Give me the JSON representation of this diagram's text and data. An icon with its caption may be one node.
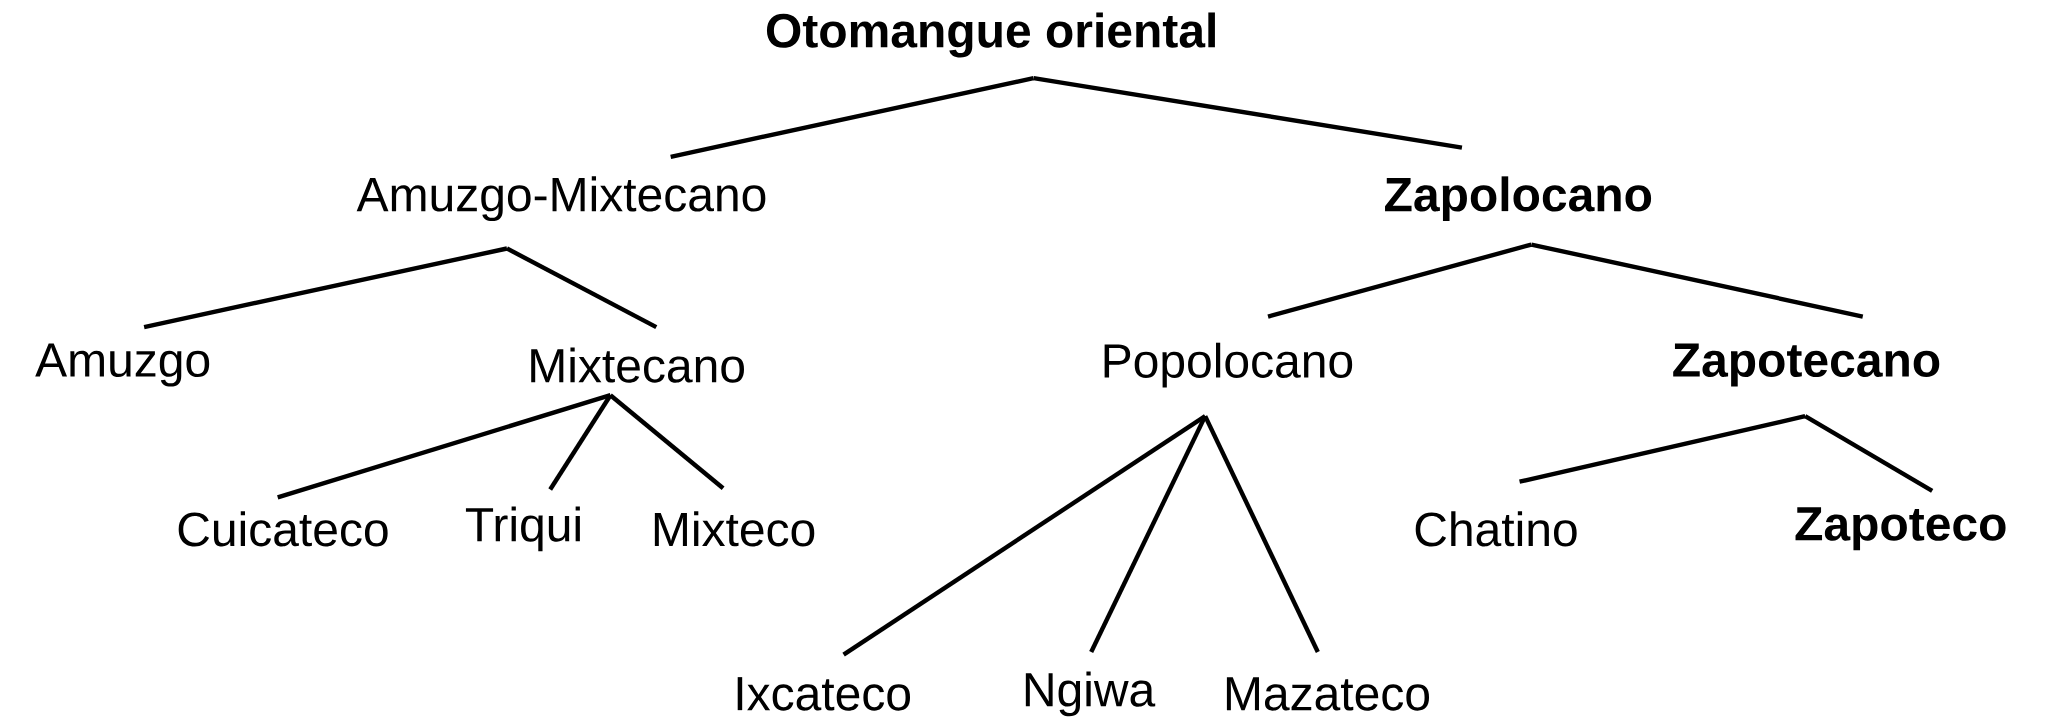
{
  "diagram": {
    "nodes": [
      {
        "text": [
          "Otomangue oriental"
        ]
      },
      {
        "text": [
          "Amuzgo-Mixtecano"
        ]
      },
      {
        "text": [
          "Zapolocano"
        ]
      },
      {
        "text": [
          "Amuzgo"
        ]
      },
      {
        "text": [
          "Mixtecano"
        ]
      },
      {
        "text": [
          "Popolocano"
        ]
      },
      {
        "text": [
          "Zapotecano"
        ]
      },
      {
        "text": [
          "Cuicateco"
        ]
      },
      {
        "text": [
          "Triqui"
        ]
      },
      {
        "text": [
          "Mixteco"
        ]
      },
      {
        "text": [
          "Chatino"
        ]
      },
      {
        "text": [
          "Zapoteco"
        ]
      },
      {
        "text": [
          "Ixcateco"
        ]
      },
      {
        "text": [
          "Ngiwa"
        ]
      },
      {
        "text": [
          "Mazateco"
        ]
      }
    ],
    "edges": [
      {
        "from": 0,
        "to": 1,
        "arrow": "none"
      },
      {
        "from": 0,
        "to": 2,
        "arrow": "none"
      },
      {
        "from": 1,
        "to": 3,
        "arrow": "none"
      },
      {
        "from": 1,
        "to": 4,
        "arrow": "none"
      },
      {
        "from": 2,
        "to": 5,
        "arrow": "none"
      },
      {
        "from": 2,
        "to": 6,
        "arrow": "none"
      },
      {
        "from": 4,
        "to": 7,
        "arrow": "none"
      },
      {
        "from": 4,
        "to": 8,
        "arrow": "none"
      },
      {
        "from": 4,
        "to": 9,
        "arrow": "none"
      },
      {
        "from": 5,
        "to": 12,
        "arrow": "none"
      },
      {
        "from": 5,
        "to": 13,
        "arrow": "none"
      },
      {
        "from": 5,
        "to": 14,
        "arrow": "none"
      },
      {
        "from": 6,
        "to": 10,
        "arrow": "none"
      },
      {
        "from": 6,
        "to": 11,
        "arrow": "none"
      }
    ]
  }
}
